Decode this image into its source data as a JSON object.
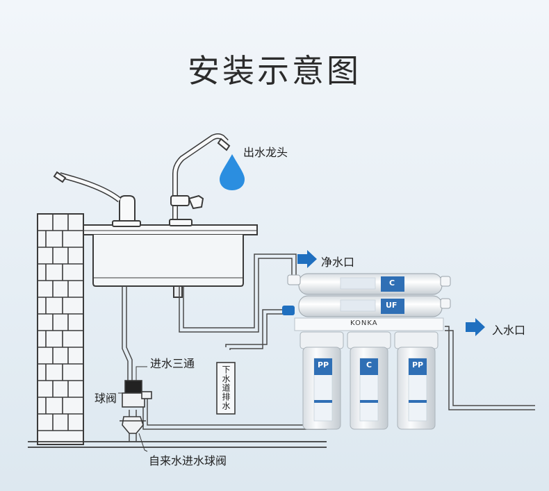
{
  "title": "安装示意图",
  "labels": {
    "faucet": "出水龙头",
    "clean_outlet": "净水口",
    "inlet": "入水口",
    "tee": "进水三通",
    "ball_valve": "球阀",
    "drain": "下水道排水",
    "tap_valve": "自来水进水球阀"
  },
  "device": {
    "brand": "KONKA",
    "top_cartridges": [
      "C",
      "UF"
    ],
    "canisters": [
      "PP",
      "C",
      "PP"
    ]
  },
  "colors": {
    "background": "#e8f0f6",
    "line": "#4a4a4a",
    "arrow": "#1f6fbf",
    "drop": "#2b8ee0",
    "cartridge_blue": "#2f6fb5"
  },
  "icons": [
    "water-drop-icon",
    "arrow-right-icon"
  ]
}
